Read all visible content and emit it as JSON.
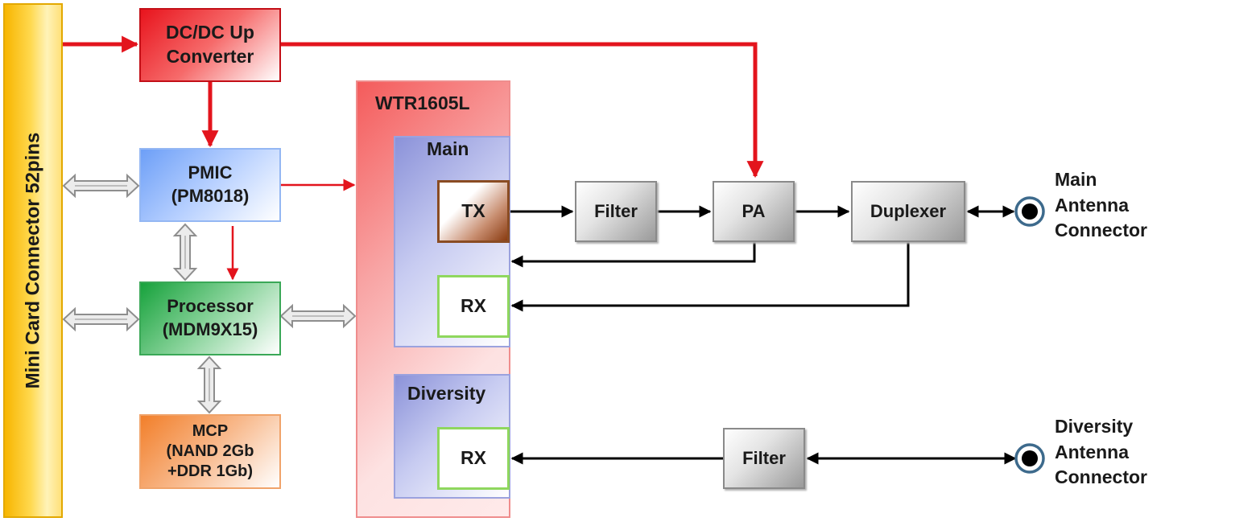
{
  "connector": {
    "label": "Mini Card Connector 52pins"
  },
  "dcdc": {
    "line1": "DC/DC Up",
    "line2": "Converter"
  },
  "pmic": {
    "line1": "PMIC",
    "line2": "(PM8018)"
  },
  "processor": {
    "line1": "Processor",
    "line2": "(MDM9X15)"
  },
  "mcp": {
    "line1": "MCP",
    "line2": "(NAND 2Gb",
    "line3": "+DDR 1Gb)"
  },
  "transceiver": {
    "title": "WTR1605L",
    "main": {
      "title": "Main",
      "tx": "TX",
      "rx": "RX"
    },
    "diversity": {
      "title": "Diversity",
      "rx": "RX"
    }
  },
  "rf_chain": {
    "main_filter": "Filter",
    "pa": "PA",
    "duplexer": "Duplexer",
    "diversity_filter": "Filter"
  },
  "antennas": {
    "main": {
      "line1": "Main",
      "line2": "Antenna",
      "line3": "Connector"
    },
    "diversity": {
      "line1": "Diversity",
      "line2": "Antenna",
      "line3": "Connector"
    }
  },
  "colors": {
    "power_line": "#e3141d",
    "signal_line": "#000000",
    "bus_arrow": "#a6a6a6"
  }
}
